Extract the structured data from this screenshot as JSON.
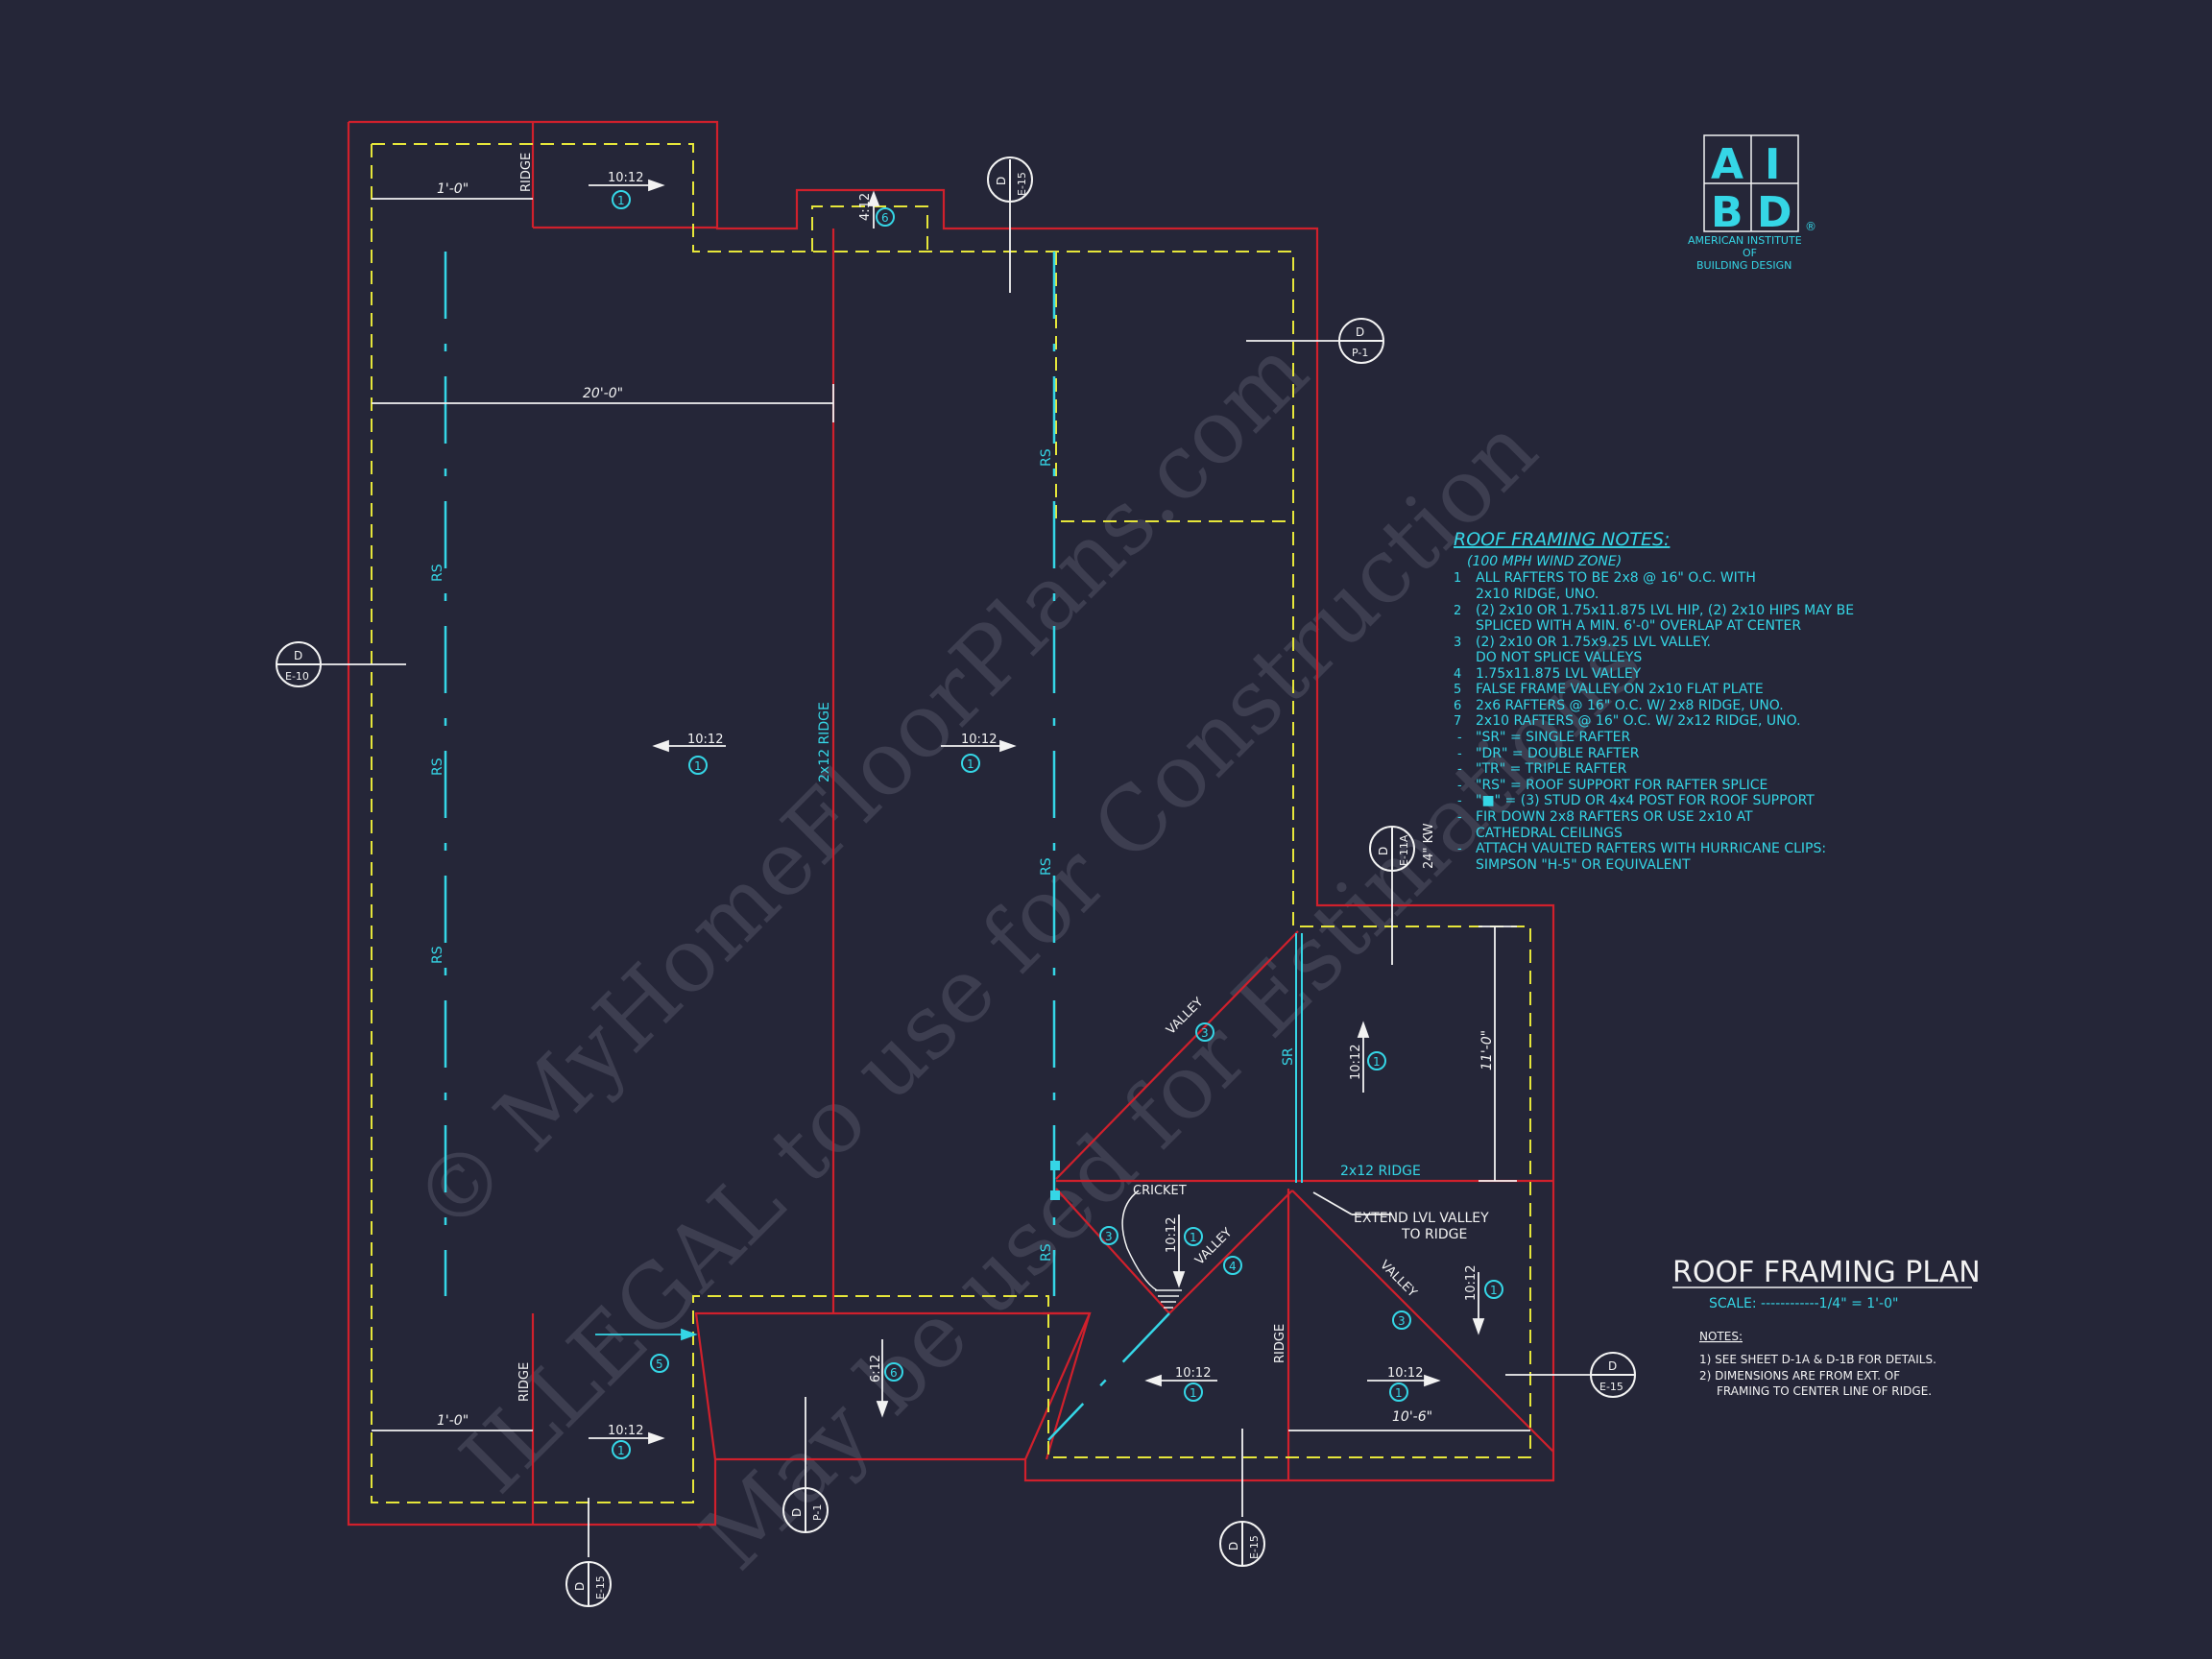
{
  "watermark": {
    "line1": "© MyHomeFloorPlans.com",
    "line2": "ILLEGAL to use for Construction",
    "line3": "May be used for Estimations"
  },
  "logo": {
    "letters": [
      "A",
      "I",
      "B",
      "D"
    ],
    "name_line1": "AMERICAN INSTITUTE",
    "name_line2": "OF",
    "name_line3": "BUILDING DESIGN",
    "registered": "®"
  },
  "notes_block": {
    "title": "ROOF FRAMING NOTES:",
    "lines": [
      "(100 MPH WIND ZONE)",
      "ALL RAFTERS TO BE 2x8 @ 16\" O.C. WITH",
      "2x10 RIDGE, UNO.",
      "(2) 2x10 OR 1.75x11.875 LVL HIP, (2) 2x10 HIPS MAY BE",
      "SPLICED WITH A MIN. 6'-0\" OVERLAP AT CENTER",
      "(2) 2x10 OR 1.75x9.25 LVL VALLEY.",
      "DO NOT SPLICE VALLEYS",
      "1.75x11.875 LVL VALLEY",
      "FALSE FRAME VALLEY ON 2x10 FLAT PLATE",
      "2x6 RAFTERS @ 16\" O.C. W/ 2x8 RIDGE, UNO.",
      "2x10 RAFTERS @ 16\" O.C. W/ 2x12 RIDGE, UNO.",
      "\"SR\" = SINGLE RAFTER",
      "\"DR\" = DOUBLE RAFTER",
      "\"TR\" = TRIPLE RAFTER",
      "\"RS\" = ROOF SUPPORT FOR RAFTER SPLICE",
      "\"■\" = (3) STUD OR 4x4 POST FOR ROOF SUPPORT",
      "FIR DOWN 2x8 RAFTERS OR USE 2x10 AT",
      "CATHEDRAL CEILINGS",
      "ATTACH VAULTED RAFTERS WITH HURRICANE CLIPS:",
      "SIMPSON \"H-5\" OR EQUIVALENT"
    ],
    "markers": [
      "1",
      "2",
      "3",
      "4",
      "5",
      "6",
      "7",
      "-",
      "-",
      "-",
      "-",
      "-",
      "-",
      "-"
    ]
  },
  "title_block": {
    "title": "ROOF FRAMING PLAN",
    "scale": "SCALE: ------------1/4\" = 1'-0\"",
    "notes_label": "NOTES:",
    "note1": "1)  SEE SHEET D-1A & D-1B FOR DETAILS.",
    "note2a": "2)  DIMENSIONS ARE FROM EXT. OF",
    "note2b": "FRAMING TO CENTER LINE OF RIDGE."
  },
  "plan": {
    "dims": {
      "d1": "1'-0\"",
      "d2": "20'-0\"",
      "d3": "1'-0\"",
      "d4": "10'-6\"",
      "d5": "11'-0\""
    },
    "labels": {
      "ridge": "RIDGE",
      "ridge_2x12": "2x12 RIDGE",
      "rs": "RS",
      "sr": "SR",
      "valley": "VALLEY",
      "cricket": "CRICKET",
      "extend1": "EXTEND LVL VALLEY",
      "extend2": "TO RIDGE",
      "kw": "24\" KW"
    },
    "pitches": {
      "p10": "10:12",
      "p4": "4:12",
      "p6": "6:12"
    },
    "circle_marks": {
      "m1": "1",
      "m3": "3",
      "m4": "4",
      "m5": "5",
      "m6": "6"
    },
    "section_tags": {
      "d": "D",
      "e10": "E-10",
      "e15": "E-15",
      "p1": "P-1",
      "e11a": "E-11A"
    }
  },
  "colors": {
    "background": "#252638",
    "wall_red": "#d0202c",
    "overhang_yellow": "#e6e63a",
    "annotation_cyan": "#35d6e6",
    "linework_white": "#f2f2f2"
  }
}
